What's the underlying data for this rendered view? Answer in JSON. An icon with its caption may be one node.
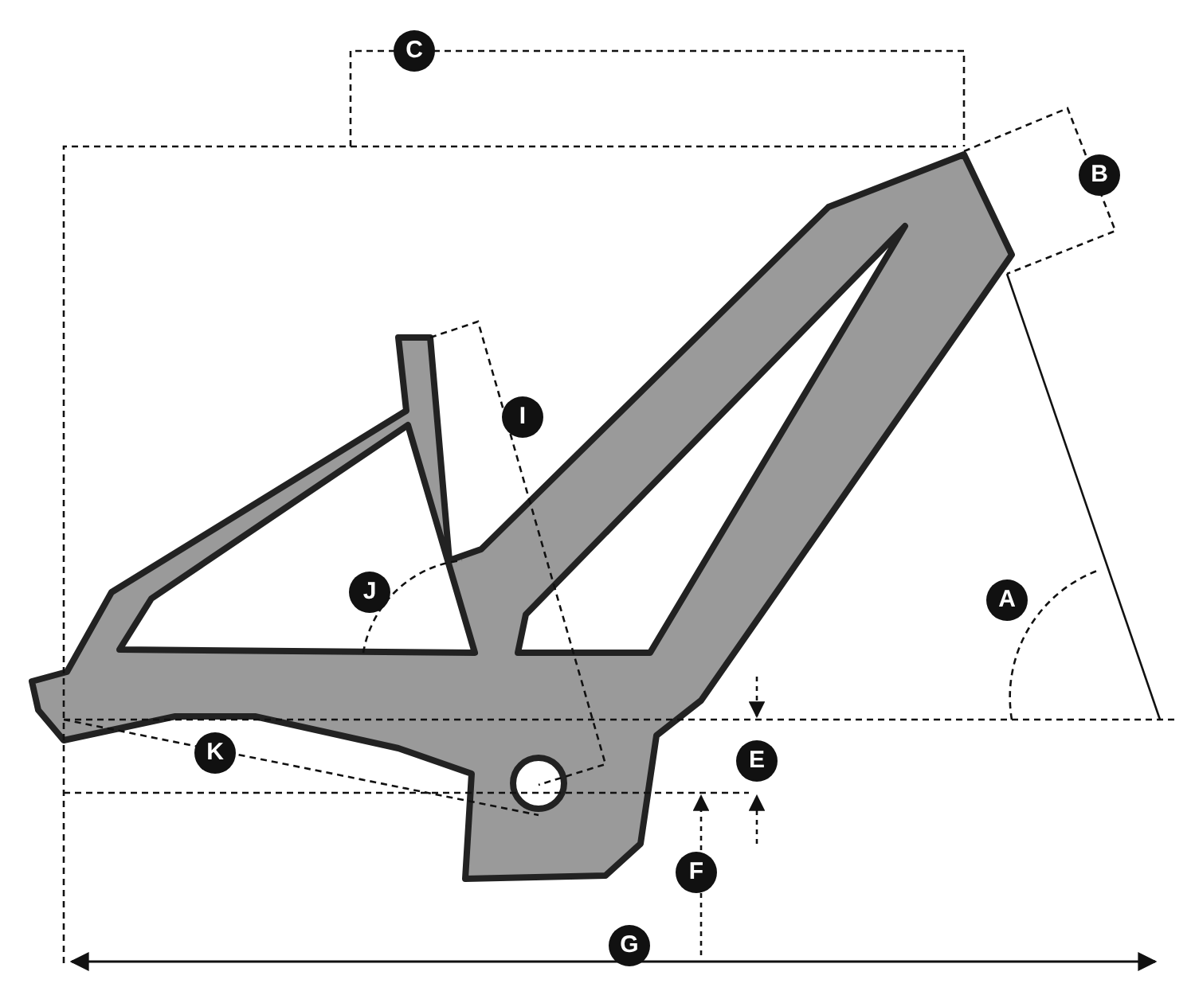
{
  "diagram": {
    "labels": [
      "C",
      "B",
      "I",
      "J",
      "A",
      "K",
      "E",
      "F",
      "G"
    ]
  }
}
